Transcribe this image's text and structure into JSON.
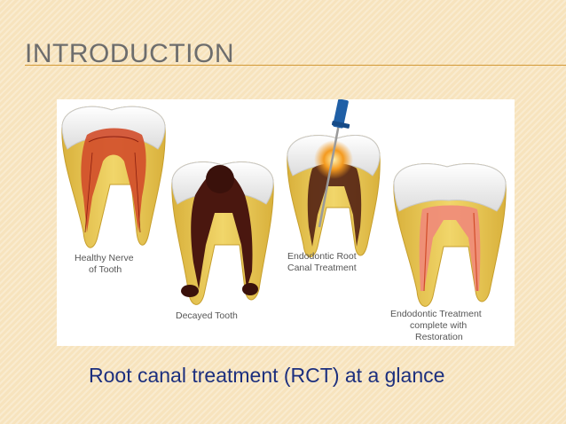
{
  "slide": {
    "title": "INTRODUCTION",
    "caption": "Root canal treatment (RCT) at a glance"
  },
  "figure": {
    "labels": {
      "healthy_line1": "Healthy Nerve",
      "healthy_line2": "of Tooth",
      "decayed": "Decayed Tooth",
      "endo_line1": "Endodontic Root",
      "endo_line2": "Canal Treatment",
      "restored_line1": "Endodontic Treatment",
      "restored_line2": "complete with",
      "restored_line3": "Restoration"
    }
  },
  "colors": {
    "title": "#6d6d6d",
    "rule": "#d39a37",
    "caption": "#1c2f7e",
    "enamel": "#f4f4f4",
    "dentin": "#e9c84c",
    "pulp": "#d14d2a",
    "decay": "#4a170f",
    "file_handle": "#1f5fa6"
  }
}
